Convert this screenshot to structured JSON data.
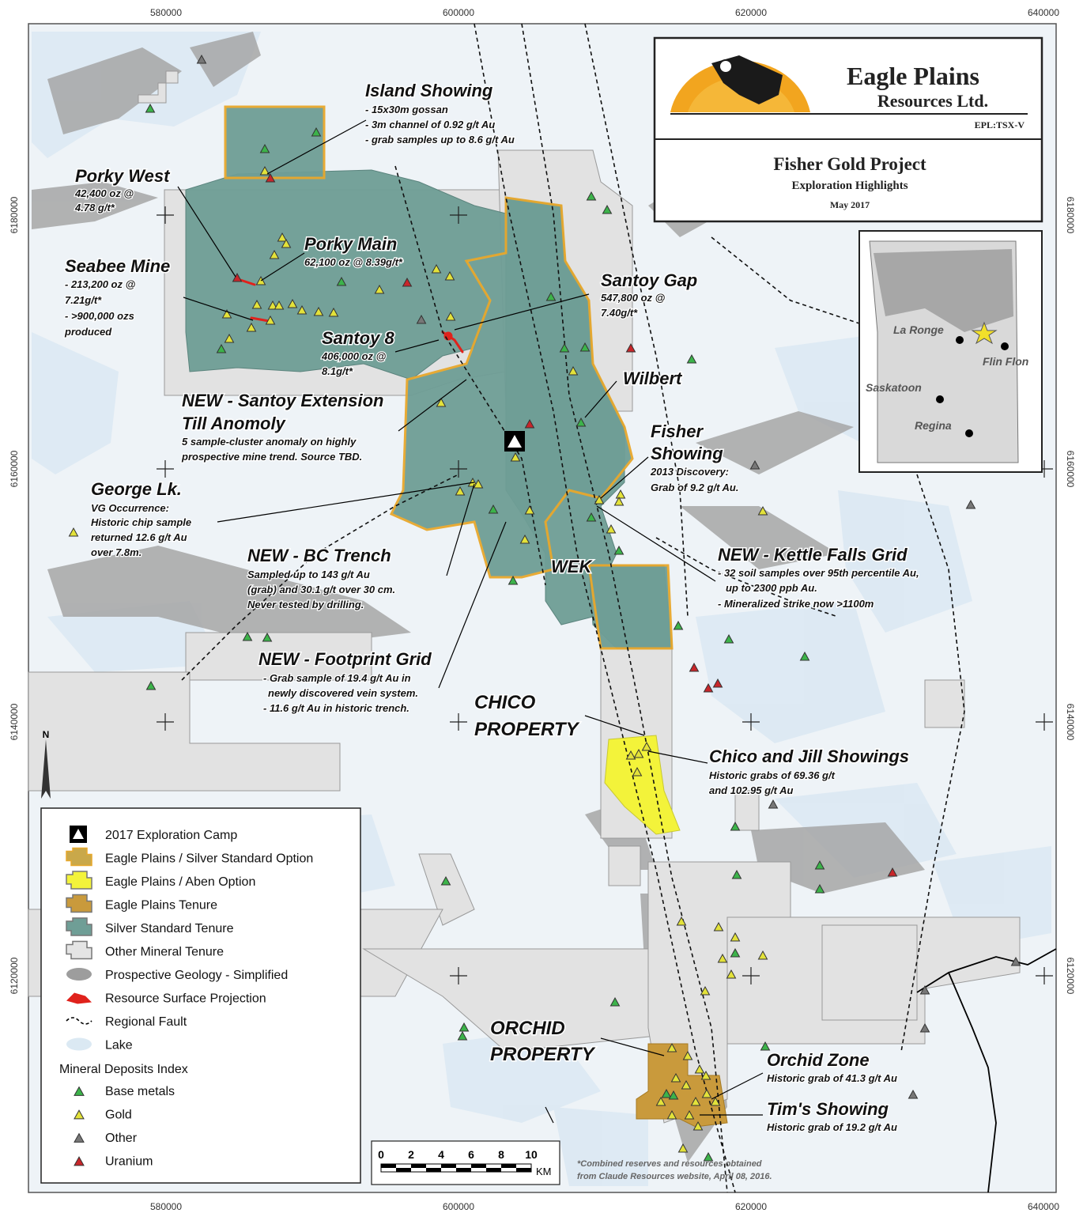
{
  "coords": {
    "easting": [
      "580000",
      "600000",
      "620000",
      "640000"
    ],
    "northing": [
      "6180000",
      "6160000",
      "6140000",
      "6120000"
    ]
  },
  "title_block": {
    "company_line1": "Eagle Plains",
    "company_line2": "Resources Ltd.",
    "ticker": "EPL:TSX-V",
    "project": "Fisher Gold Project",
    "subtitle": "Exploration Highlights",
    "date": "May 2017"
  },
  "inset": {
    "towns": [
      "La Ronge",
      "Flin Flon",
      "Saskatoon",
      "Regina"
    ]
  },
  "labels": {
    "island": {
      "title": "Island Showing",
      "lines": [
        "- 15x30m gossan",
        "- 3m channel of 0.92 g/t Au",
        "- grab samples up to 8.6 g/t Au"
      ]
    },
    "porky_west": {
      "title": "Porky West",
      "lines": [
        "42,400 oz @",
        "4.78 g/t*"
      ]
    },
    "porky_main": {
      "title": "Porky Main",
      "lines": [
        "62,100 oz @ 8.39g/t*"
      ]
    },
    "seabee": {
      "title": "Seabee Mine",
      "lines": [
        "- 213,200 oz @",
        "7.21g/t*",
        "- >900,000 ozs",
        "produced"
      ]
    },
    "santoy_gap": {
      "title": "Santoy Gap",
      "lines": [
        "547,800 oz @",
        "7.40g/t*"
      ]
    },
    "santoy8": {
      "title": "Santoy 8",
      "lines": [
        "406,000 oz @",
        "8.1g/t*"
      ]
    },
    "wilbert": {
      "title": "Wilbert"
    },
    "santoy_ext": {
      "title1": "NEW - Santoy Extension",
      "title2": "Till Anomoly",
      "lines": [
        "5 sample-cluster anomaly on highly",
        "prospective mine trend. Source TBD."
      ]
    },
    "fisher": {
      "title1": "Fisher",
      "title2": "Showing",
      "lines": [
        "2013 Discovery:",
        "Grab of 9.2 g/t Au."
      ]
    },
    "george": {
      "title": "George Lk.",
      "lines": [
        "VG Occurrence:",
        "Historic chip sample",
        "returned 12.6 g/t Au",
        "over 7.8m."
      ]
    },
    "bc_trench": {
      "title": "NEW - BC Trench",
      "lines": [
        "Sampled up to 143 g/t Au",
        "(grab) and 30.1 g/t over 30 cm.",
        "Never tested by drilling."
      ]
    },
    "wek": {
      "title": "WEK"
    },
    "kettle": {
      "title": "NEW - Kettle Falls Grid",
      "lines": [
        "- 32 soil samples over 95th percentile Au,",
        "up to 2300 ppb Au.",
        "- Mineralized strike now >1100m"
      ]
    },
    "footprint": {
      "title": "NEW - Footprint Grid",
      "lines": [
        "- Grab sample of 19.4 g/t Au in",
        "newly discovered vein system.",
        "- 11.6 g/t Au in historic trench."
      ]
    },
    "chico_prop": {
      "line1": "CHICO",
      "line2": "PROPERTY"
    },
    "chico_show": {
      "title": "Chico and Jill Showings",
      "lines": [
        "Historic grabs of 69.36 g/t",
        "and 102.95 g/t Au"
      ]
    },
    "orchid_prop": {
      "line1": "ORCHID",
      "line2": "PROPERTY"
    },
    "orchid_zone": {
      "title": "Orchid Zone",
      "lines": [
        "Historic grab of 41.3 g/t Au"
      ]
    },
    "tims": {
      "title": "Tim's Showing",
      "lines": [
        "Historic grab of 19.2 g/t Au"
      ]
    }
  },
  "legend": {
    "items": [
      {
        "label": "2017 Exploration Camp",
        "symbol": "camp"
      },
      {
        "label": "Eagle Plains / Silver Standard Option",
        "symbol": "option-ss",
        "color": "#c9a84a"
      },
      {
        "label": "Eagle Plains / Aben Option",
        "symbol": "option-aben",
        "color": "#f3f33a"
      },
      {
        "label": "Eagle Plains Tenure",
        "symbol": "ep-tenure",
        "color": "#c99a3c"
      },
      {
        "label": "Silver Standard Tenure",
        "symbol": "ss-tenure",
        "color": "#6f9e96"
      },
      {
        "label": "Other Mineral Tenure",
        "symbol": "other-tenure",
        "color": "#e4e4e4"
      },
      {
        "label": "Prospective Geology - Simplified",
        "symbol": "geology",
        "color": "#9d9d9d"
      },
      {
        "label": "Resource Surface Projection",
        "symbol": "resource",
        "color": "#e0221c"
      },
      {
        "label": "Regional Fault",
        "symbol": "fault"
      },
      {
        "label": "Lake",
        "symbol": "lake",
        "color": "#dbe9f3"
      }
    ],
    "index_heading": "Mineral Deposits Index",
    "deposits": [
      {
        "label": "Base metals",
        "color": "#3cb34a"
      },
      {
        "label": "Gold",
        "color": "#e3e23a"
      },
      {
        "label": "Other",
        "color": "#777777"
      },
      {
        "label": "Uranium",
        "color": "#c8262a"
      }
    ]
  },
  "scalebar": {
    "ticks": [
      "0",
      "2",
      "4",
      "6",
      "8",
      "10"
    ],
    "unit": "KM"
  },
  "north_arrow": "N",
  "footnote": [
    "*Combined reserves and resources obtained",
    "from Claude Resources website, April 08, 2016."
  ]
}
